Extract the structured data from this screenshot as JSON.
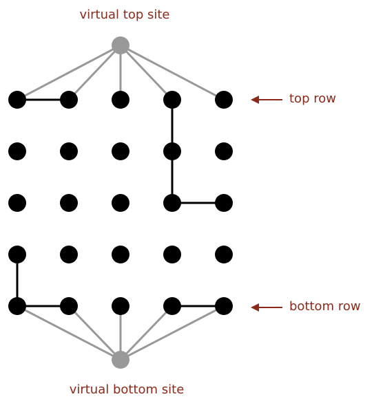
{
  "labels": {
    "virtual_top_site": "virtual top site",
    "virtual_bottom_site": "virtual bottom site",
    "top_row": "top row",
    "bottom_row": "bottom row"
  },
  "grid": {
    "rows": 5,
    "cols": 5
  },
  "open_bonds": [
    {
      "from": [
        0,
        0
      ],
      "to": [
        0,
        1
      ]
    },
    {
      "from": [
        0,
        3
      ],
      "to": [
        1,
        3
      ]
    },
    {
      "from": [
        1,
        3
      ],
      "to": [
        2,
        3
      ]
    },
    {
      "from": [
        2,
        3
      ],
      "to": [
        2,
        4
      ]
    },
    {
      "from": [
        3,
        0
      ],
      "to": [
        4,
        0
      ]
    },
    {
      "from": [
        4,
        0
      ],
      "to": [
        4,
        1
      ]
    },
    {
      "from": [
        4,
        3
      ],
      "to": [
        4,
        4
      ]
    }
  ],
  "colors": {
    "label_text": "#8b2a1a",
    "arrow": "#8b2a1a",
    "site": "#000000",
    "virtual_site": "#999999",
    "virtual_link": "#999999",
    "bond": "#000000"
  }
}
